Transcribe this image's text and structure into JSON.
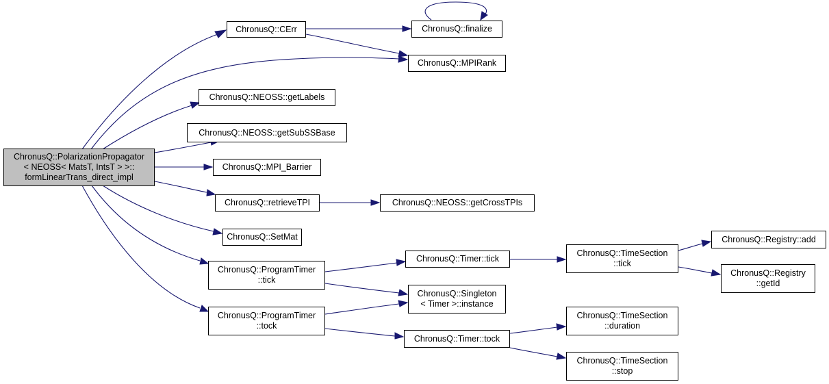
{
  "colors": {
    "edge": "#191970",
    "root_fill": "#bfbfbf",
    "node_fill": "#ffffff",
    "node_border": "#000000"
  },
  "nodes": {
    "root": {
      "lines": [
        "ChronusQ::PolarizationPropagator",
        "< NEOSS< MatsT, IntsT > >::",
        "formLinearTrans_direct_impl"
      ]
    },
    "cerr": {
      "lines": [
        "ChronusQ::CErr"
      ]
    },
    "finalize": {
      "lines": [
        "ChronusQ::finalize"
      ]
    },
    "mpirank": {
      "lines": [
        "ChronusQ::MPIRank"
      ]
    },
    "getlabels": {
      "lines": [
        "ChronusQ::NEOSS::getLabels"
      ]
    },
    "getsubssbase": {
      "lines": [
        "ChronusQ::NEOSS::getSubSSBase"
      ]
    },
    "mpibarrier": {
      "lines": [
        "ChronusQ::MPI_Barrier"
      ]
    },
    "retrievetpi": {
      "lines": [
        "ChronusQ::retrieveTPI"
      ]
    },
    "getcrosstpis": {
      "lines": [
        "ChronusQ::NEOSS::getCrossTPIs"
      ]
    },
    "setmat": {
      "lines": [
        "ChronusQ::SetMat"
      ]
    },
    "pt_tick": {
      "lines": [
        "ChronusQ::ProgramTimer",
        "::tick"
      ]
    },
    "pt_tock": {
      "lines": [
        "ChronusQ::ProgramTimer",
        "::tock"
      ]
    },
    "timer_tick": {
      "lines": [
        "ChronusQ::Timer::tick"
      ]
    },
    "timer_tock": {
      "lines": [
        "ChronusQ::Timer::tock"
      ]
    },
    "singleton": {
      "lines": [
        "ChronusQ::Singleton",
        "< Timer >::instance"
      ]
    },
    "ts_tick": {
      "lines": [
        "ChronusQ::TimeSection",
        "::tick"
      ]
    },
    "ts_duration": {
      "lines": [
        "ChronusQ::TimeSection",
        "::duration"
      ]
    },
    "ts_stop": {
      "lines": [
        "ChronusQ::TimeSection",
        "::stop"
      ]
    },
    "registry_add": {
      "lines": [
        "ChronusQ::Registry::add"
      ]
    },
    "registry_getid": {
      "lines": [
        "ChronusQ::Registry",
        "::getId"
      ]
    }
  },
  "edges": [
    [
      "root",
      "cerr"
    ],
    [
      "root",
      "mpirank"
    ],
    [
      "root",
      "getlabels"
    ],
    [
      "root",
      "getsubssbase"
    ],
    [
      "root",
      "mpibarrier"
    ],
    [
      "root",
      "retrievetpi"
    ],
    [
      "root",
      "setmat"
    ],
    [
      "root",
      "pt_tick"
    ],
    [
      "root",
      "pt_tock"
    ],
    [
      "cerr",
      "finalize"
    ],
    [
      "cerr",
      "mpirank"
    ],
    [
      "finalize",
      "finalize"
    ],
    [
      "retrievetpi",
      "getcrosstpis"
    ],
    [
      "pt_tick",
      "timer_tick"
    ],
    [
      "pt_tick",
      "singleton"
    ],
    [
      "pt_tock",
      "singleton"
    ],
    [
      "pt_tock",
      "timer_tock"
    ],
    [
      "timer_tick",
      "ts_tick"
    ],
    [
      "ts_tick",
      "registry_add"
    ],
    [
      "ts_tick",
      "registry_getid"
    ],
    [
      "timer_tock",
      "ts_duration"
    ],
    [
      "timer_tock",
      "ts_stop"
    ]
  ]
}
